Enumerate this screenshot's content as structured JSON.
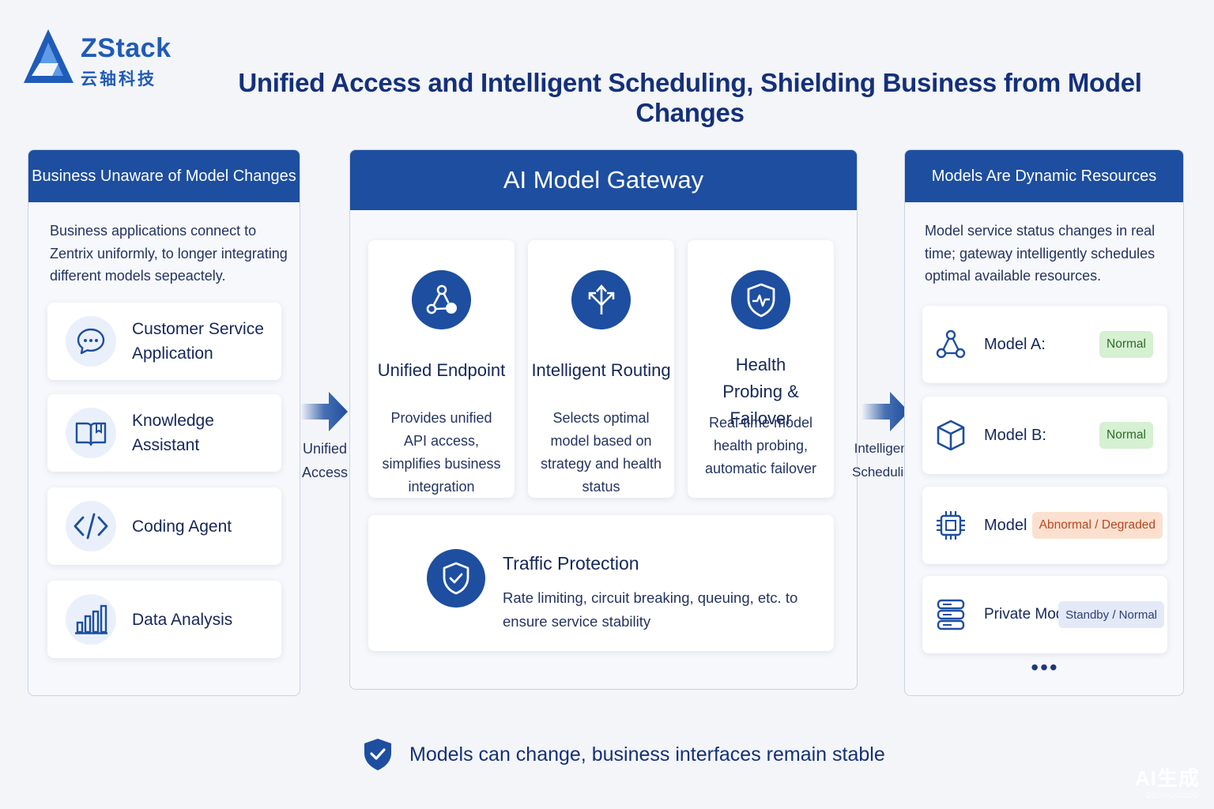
{
  "logo": {
    "name": "ZStack",
    "subtitle": "云轴科技"
  },
  "title": "Unified Access and Intelligent Scheduling, Shielding Business from Model Changes",
  "left_panel": {
    "header": "Business Unaware of Model Changes",
    "description": "Business applications connect to Zentrix uniformly, to longer integrating different models sepeactely.",
    "apps": [
      {
        "label": "Customer Service Application",
        "icon": "chat-bubble-icon"
      },
      {
        "label": "Knowledge Assistant",
        "icon": "book-icon"
      },
      {
        "label": "Coding Agent",
        "icon": "code-icon"
      },
      {
        "label": "Data Analysis",
        "icon": "bar-chart-icon"
      }
    ]
  },
  "flow_left": {
    "line1": "Unified",
    "line2": "Access"
  },
  "center_panel": {
    "header": "AI Model Gateway",
    "features": [
      {
        "title": "Unified Endpoint",
        "description": "Provides unified API access, simplifies business integration",
        "icon": "network-nodes-icon"
      },
      {
        "title": "Intelligent Routing",
        "description": "Selects optimal model based on strategy and health status",
        "icon": "routing-arrows-icon"
      },
      {
        "title": "Health Probing & Failover",
        "description": "Real-time model health probing, automatic failover",
        "icon": "shield-pulse-icon"
      }
    ],
    "traffic": {
      "title": "Traffic Protection",
      "description": "Rate limiting, circuit breaking, queuing, etc. to ensure service stability",
      "icon": "shield-check-icon"
    }
  },
  "flow_right": {
    "line1": "Intelligent",
    "line2": "Scheduling"
  },
  "right_panel": {
    "header": "Models Are Dynamic Resources",
    "description": "Model service status changes in real time; gateway intelligently schedules optimal available resources.",
    "models": [
      {
        "label": "Model A:",
        "status": "Normal",
        "status_color": "#d6f0d2",
        "status_text_color": "#2f6b2a",
        "icon": "network-nodes-icon"
      },
      {
        "label": "Model B:",
        "status": "Normal",
        "status_color": "#d6f0d2",
        "status_text_color": "#2f6b2a",
        "icon": "cube-icon"
      },
      {
        "label": "Model C:",
        "status": "Abnormal / Degraded",
        "status_color": "#fbe0d0",
        "status_text_color": "#b8471e",
        "icon": "chip-icon"
      },
      {
        "label": "Private Model:",
        "status": "Standby / Normal",
        "status_color": "#e3e9f7",
        "status_text_color": "#2a3f7a",
        "icon": "server-icon"
      }
    ],
    "more": "•••"
  },
  "footer": {
    "text": "Models can change, business interfaces remain stable",
    "icon": "shield-check-icon"
  },
  "watermark": {
    "main": "AI生成",
    "sub": "ZOUSUGOOD"
  },
  "colors": {
    "primary": "#1d4ea0",
    "background": "#f3f5f9",
    "title": "#14307a"
  }
}
